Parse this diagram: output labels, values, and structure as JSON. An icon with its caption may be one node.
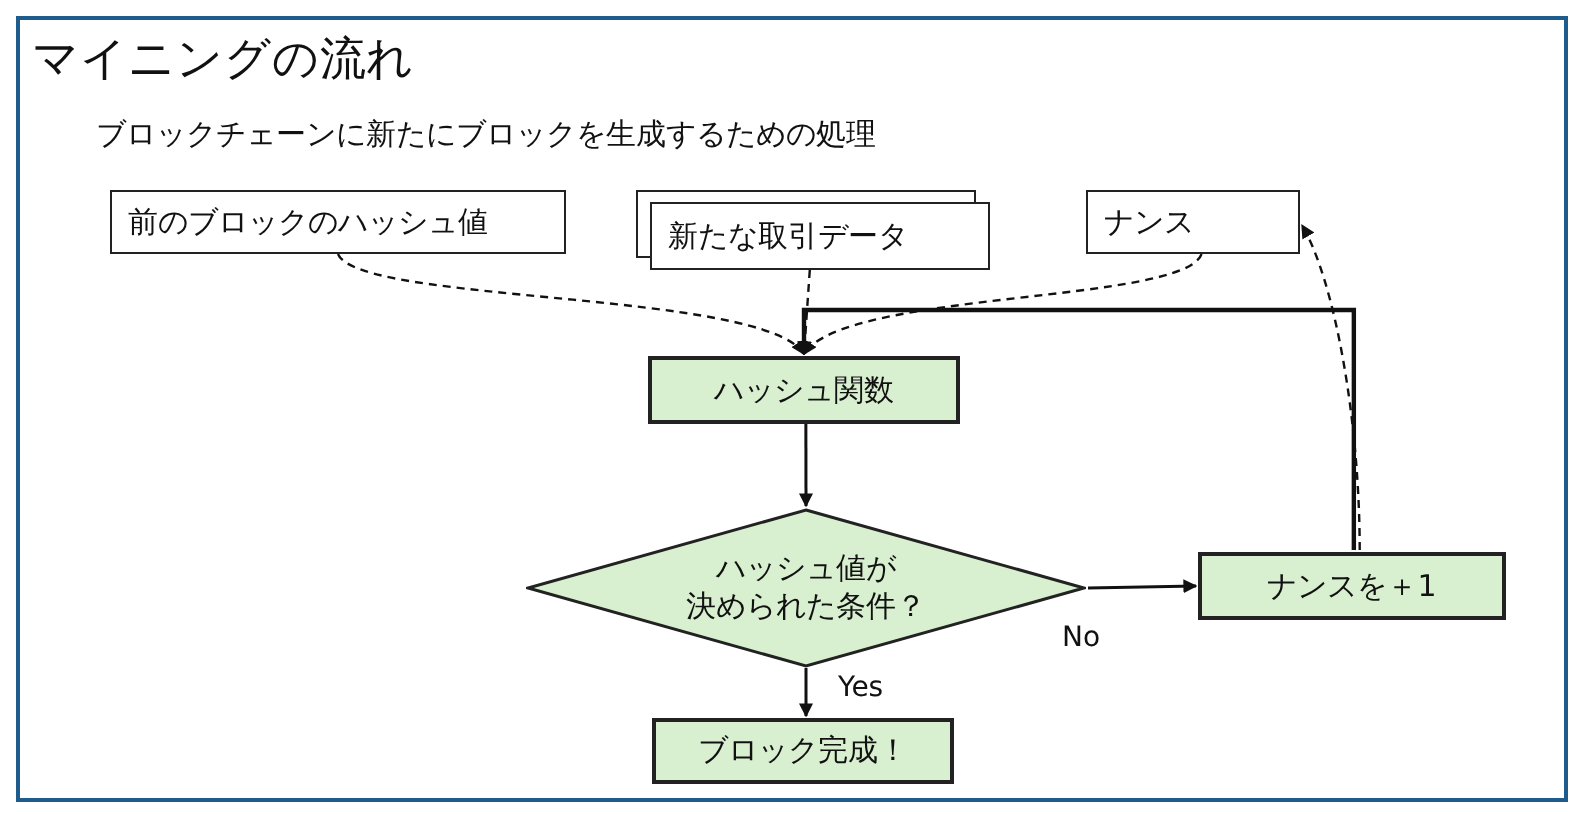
{
  "diagram": {
    "title": "マイニングの流れ",
    "nodes": [
      {
        "text": [
          "前のブロックのハッシュ値"
        ]
      },
      {
        "text": [
          "新たな取引データ"
        ]
      },
      {
        "text": [
          "ナンス"
        ]
      },
      {
        "text": [
          "ハッシュ関数"
        ]
      },
      {
        "text": [
          "ハッシュ値が決められた条件？"
        ]
      },
      {
        "text": [
          "ナンスを＋1"
        ]
      },
      {
        "text": [
          "ブロック完成！"
        ]
      }
    ],
    "edges": [
      {
        "from": 0,
        "to": 3,
        "arrow": "to",
        "style": "dashed"
      },
      {
        "from": 1,
        "to": 3,
        "arrow": "to",
        "style": "dashed"
      },
      {
        "from": 2,
        "to": 3,
        "arrow": "to",
        "style": "dashed"
      },
      {
        "from": 3,
        "to": 4,
        "arrow": "to"
      },
      {
        "from": 4,
        "to": 5,
        "arrow": "to",
        "label": "No"
      },
      {
        "from": 4,
        "to": 6,
        "arrow": "to",
        "label": "Yes"
      },
      {
        "from": 5,
        "to": 3,
        "arrow": "to"
      },
      {
        "from": 5,
        "to": 2,
        "arrow": "to",
        "style": "dashed"
      }
    ],
    "labels": [
      "ブロックチェーンに新たにブロックを生成するための処理"
    ]
  }
}
